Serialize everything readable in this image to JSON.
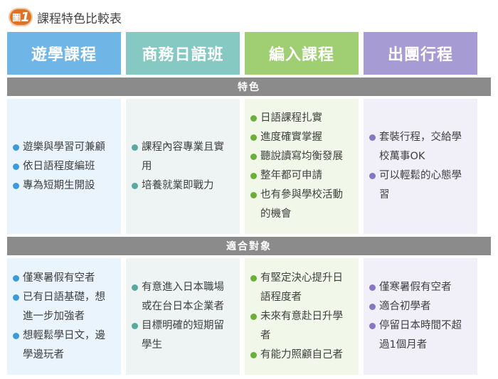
{
  "title": {
    "badge_char": "圖",
    "badge_num": "1",
    "text": "課程特色比較表"
  },
  "columns": [
    {
      "name": "遊學課程"
    },
    {
      "name": "商務日語班"
    },
    {
      "name": "編入課程"
    },
    {
      "name": "出團行程"
    }
  ],
  "sections": {
    "features_label": "特色",
    "suitable_label": "適合對象"
  },
  "features": [
    [
      "遊樂與學習可兼顧",
      "依日語程度編班",
      "專為短期生開設"
    ],
    [
      "課程內容專業且實用",
      "培養就業即戰力"
    ],
    [
      "日語課程扎實",
      "進度確實掌握",
      "聽說讀寫均衡發展",
      "整年都可申請",
      "也有參與學校活動的機會"
    ],
    [
      "套裝行程，交給學校萬事OK",
      "可以輕鬆的心態學習"
    ]
  ],
  "suitable": [
    [
      "僅寒暑假有空者",
      "已有日語基礎，想進一步加強者",
      "想輕鬆學日文，邊學邊玩者"
    ],
    [
      "有意進入日本職場或在台日本企業者",
      "目標明確的短期留學生"
    ],
    [
      "有堅定決心提升日語程度者",
      "未來有意赴日升學者",
      "有能力照顧自己者"
    ],
    [
      "僅寒暑假有空者",
      "適合初學者",
      "停留日本時間不超過1個月者"
    ]
  ],
  "colors": {
    "badge": "#d9742a",
    "col1": "#6fb5e6",
    "col2": "#86c8c2",
    "col3": "#9fcf72",
    "col4": "#a79bd3",
    "band": "#8b8b8b"
  }
}
